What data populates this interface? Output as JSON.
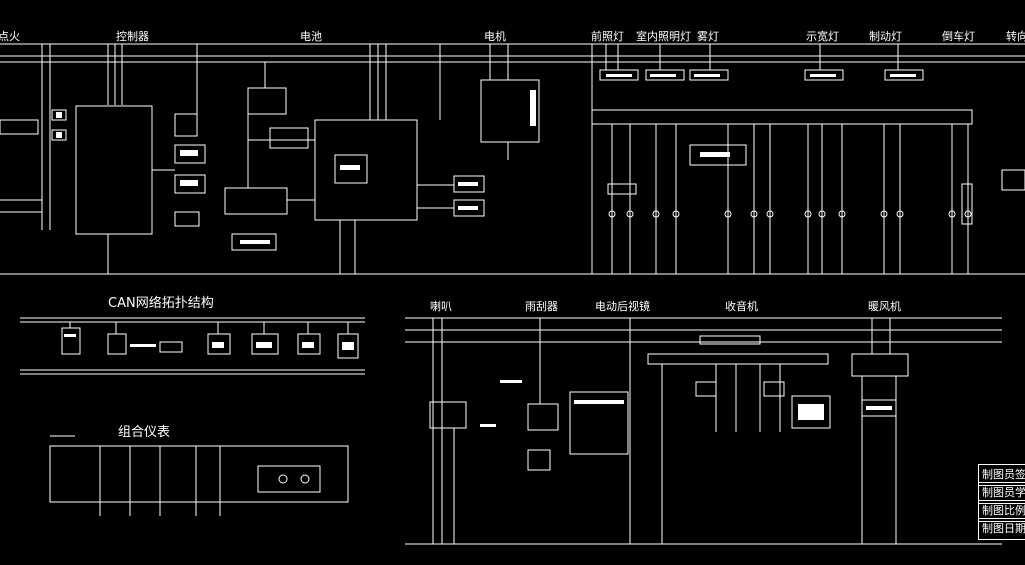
{
  "top_labels": {
    "ignition": "点火",
    "controller": "控制器",
    "battery": "电池",
    "motor": "电机",
    "headlight": "前照灯",
    "interior_light": "室内照明灯",
    "fog_light": "雾灯",
    "marker_light": "示宽灯",
    "brake_light": "制动灯",
    "reverse_light": "倒车灯",
    "turn_light": "转向"
  },
  "bottom_left": {
    "can_title": "CAN网络拓扑结构",
    "cluster_title": "组合仪表"
  },
  "bottom_right": {
    "horn": "喇叭",
    "wiper": "雨刮器",
    "mirror": "电动后视镜",
    "radio": "收音机",
    "heater": "暖风机"
  },
  "title_block": {
    "row1": "制图员签名",
    "row2": "制图员学号",
    "row3": "制图比例",
    "row4": "制图日期"
  },
  "colors": {
    "background": "#000000",
    "lines": "#ffffff"
  }
}
